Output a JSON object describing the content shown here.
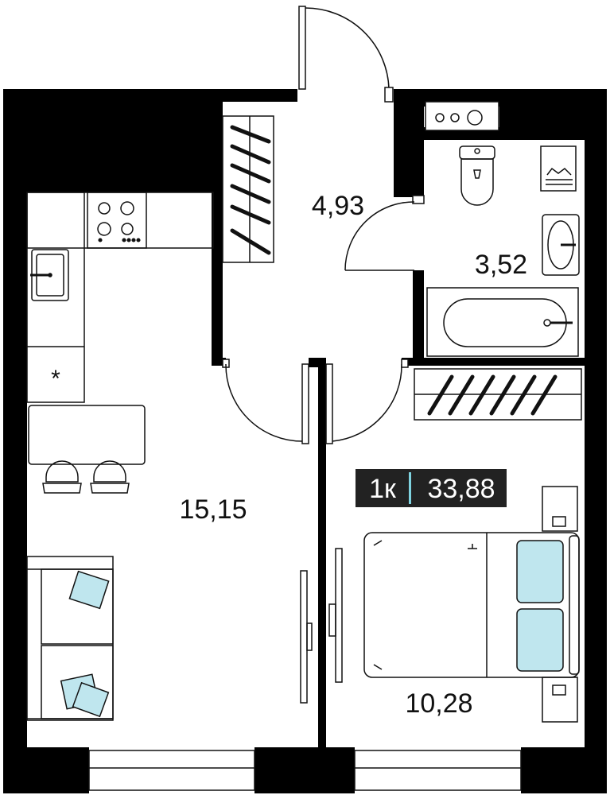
{
  "plan": {
    "rooms": [
      {
        "id": "hall",
        "area": "4,93"
      },
      {
        "id": "bathroom",
        "area": "3,52"
      },
      {
        "id": "kitchen-living",
        "area": "15,15"
      },
      {
        "id": "bedroom",
        "area": "10,28"
      }
    ],
    "summary": {
      "type": "1к",
      "total_area": "33,88"
    },
    "fridge_symbol": "*"
  },
  "colors": {
    "wall": "#000000",
    "badge_bg": "#222222",
    "badge_divider": "#7fd3e0",
    "pillow": "#bfe6ee",
    "furniture_stroke": "#111111"
  }
}
